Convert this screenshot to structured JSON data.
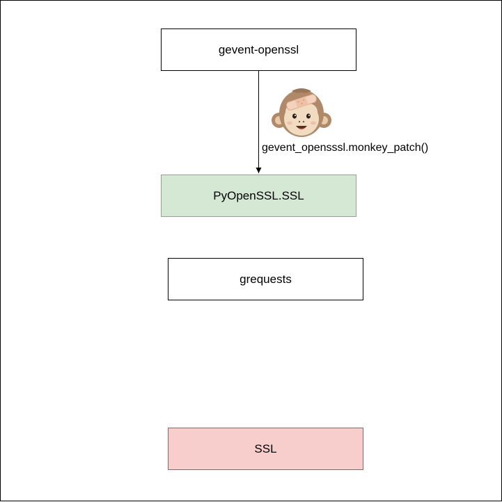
{
  "nodes": {
    "gevent_openssl": {
      "label": "gevent-openssl",
      "fill": "#ffffff",
      "stroke": "#000000"
    },
    "pyopenssl": {
      "label": "PyOpenSSL.SSL",
      "fill": "#d5e8d4",
      "stroke": "#82b366"
    },
    "grequests": {
      "label": "grequests",
      "fill": "#ffffff",
      "stroke": "#000000"
    },
    "ssl": {
      "label": "SSL",
      "fill": "#f8cecc",
      "stroke": "#b85450"
    }
  },
  "edges": [
    {
      "from": "gevent_openssl",
      "to": "pyopenssl",
      "label": "gevent_opensssl.monkey_patch()",
      "icon": "monkey-patch-icon"
    }
  ]
}
